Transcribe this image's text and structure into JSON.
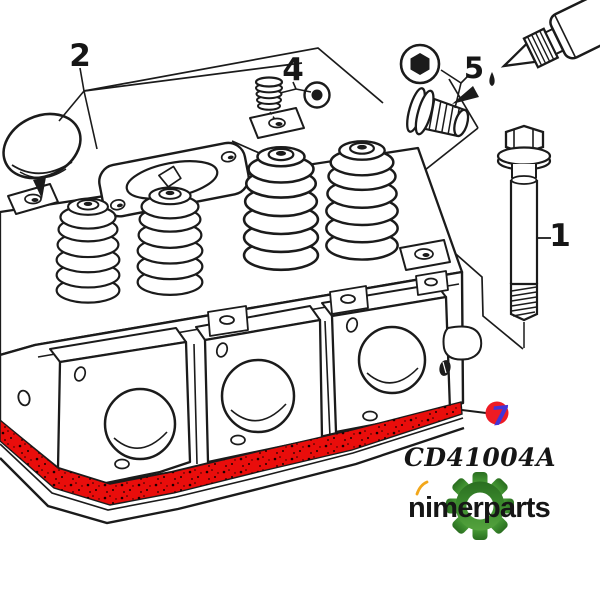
{
  "page": {
    "type": "parts-diagram-product-image",
    "background": "#ffffff"
  },
  "diagram": {
    "part_code": "CD41004A",
    "line_color": "#1b1b1b",
    "highlight_color": "#e90d0b",
    "marker_dot_color": "#ee1b24",
    "callout7_color": "#4434d6",
    "callouts": [
      {
        "id": "1",
        "part": "cylinder-head-bolt"
      },
      {
        "id": "2",
        "part": "cup-plugs"
      },
      {
        "id": "4",
        "part": "expansion-plug"
      },
      {
        "id": "5",
        "part": "hex-socket-screw-plug"
      },
      {
        "id": "7",
        "part": "head-gasket-highlighted",
        "marker": "red-dot"
      }
    ]
  },
  "logo": {
    "text": "nimerparts",
    "text_color": "#161616",
    "gear_color_dark": "#2a6e20",
    "gear_color_mid": "#3e8e2f",
    "gear_color_light": "#55a33e",
    "accent_color": "#f2a71b"
  }
}
